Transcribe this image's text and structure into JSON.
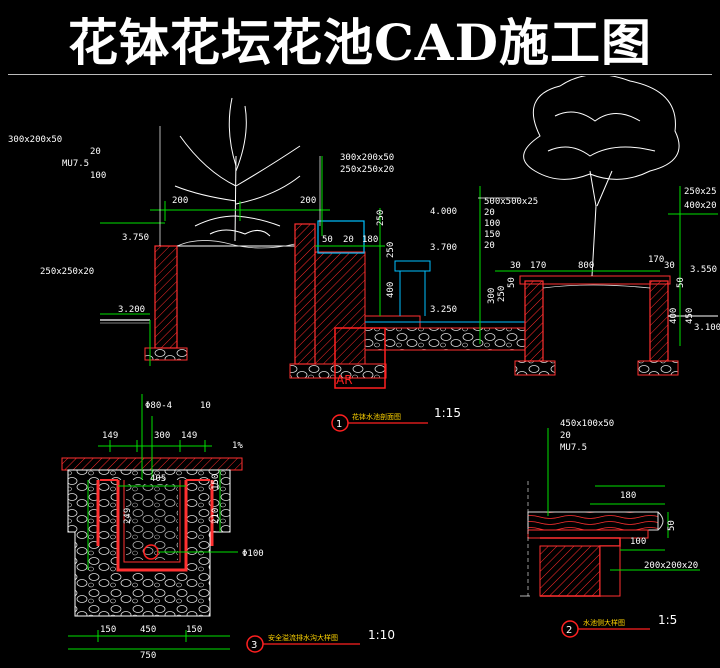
{
  "title": "花钵花坛花池CAD施工图",
  "detail1": {
    "number": "1",
    "label": "花钵水池剖面图",
    "scale": "1:15",
    "left_notes": [
      "300x200x50",
      "20",
      "MU7.5",
      "100",
      ""
    ],
    "mid_notes": [
      "300x200x50",
      "250x250x20"
    ],
    "right_notes": [
      "500x500x25",
      "20",
      "100",
      "150",
      "20"
    ],
    "edge_note": "250x250x20",
    "elevations": [
      "3.750",
      "3.200",
      "4.000",
      "3.700",
      "3.250",
      "3.550",
      "3.100"
    ],
    "dims": [
      "200",
      "200",
      "250",
      "50",
      "20",
      "180",
      "250",
      "50",
      "30",
      "400",
      "170",
      "800",
      "170",
      "30",
      "300",
      "250",
      "50",
      "400",
      "50",
      "450",
      "250",
      "400"
    ],
    "dim_top_right_a": "250x25",
    "dim_top_right_b": "400x20"
  },
  "detail2": {
    "number": "2",
    "label": "水池侧大样图",
    "scale": "1:5",
    "notes": [
      "450x100x50",
      "20",
      "MU7.5"
    ],
    "dims": [
      "180",
      "50",
      "100",
      "200x200x20"
    ]
  },
  "detail3": {
    "number": "3",
    "label": "安全溢流排水沟大样图",
    "scale": "1:10",
    "top_notes": [
      "Φ80-4",
      "10"
    ],
    "dims_top": [
      "149",
      "300",
      "149"
    ],
    "slope": "1%",
    "inner": "405",
    "side_left": "249",
    "side_right": "150",
    "side_right2": "210",
    "pipe_note": "Φ100",
    "dims_bottom": [
      "150",
      "450",
      "150"
    ],
    "total": "750"
  },
  "colors": {
    "background": "#000000",
    "line": "#ffffff",
    "dim": "#00e000",
    "section": "#ff2020",
    "label": "#ffd400",
    "pool": "#00c0ff"
  }
}
